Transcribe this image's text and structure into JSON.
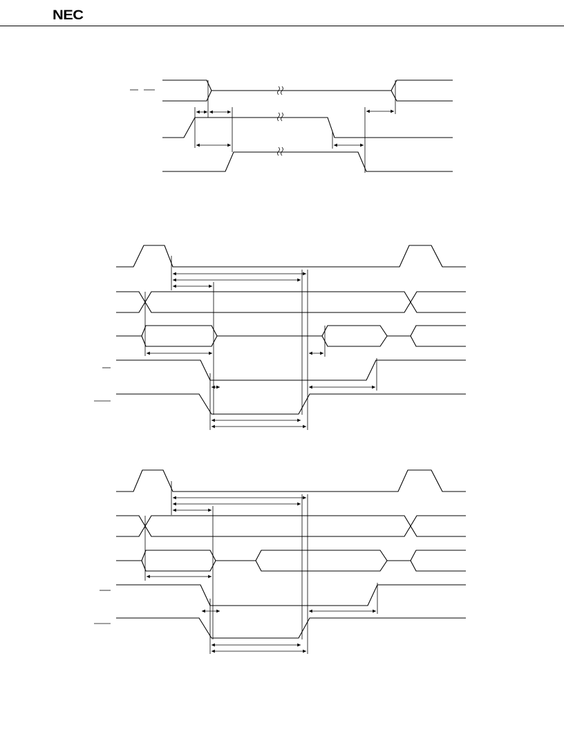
{
  "header": {
    "brand": "NEC"
  },
  "diagrams": [
    {
      "name": "timing-diagram-1"
    },
    {
      "name": "timing-diagram-2"
    },
    {
      "name": "timing-diagram-3"
    }
  ]
}
